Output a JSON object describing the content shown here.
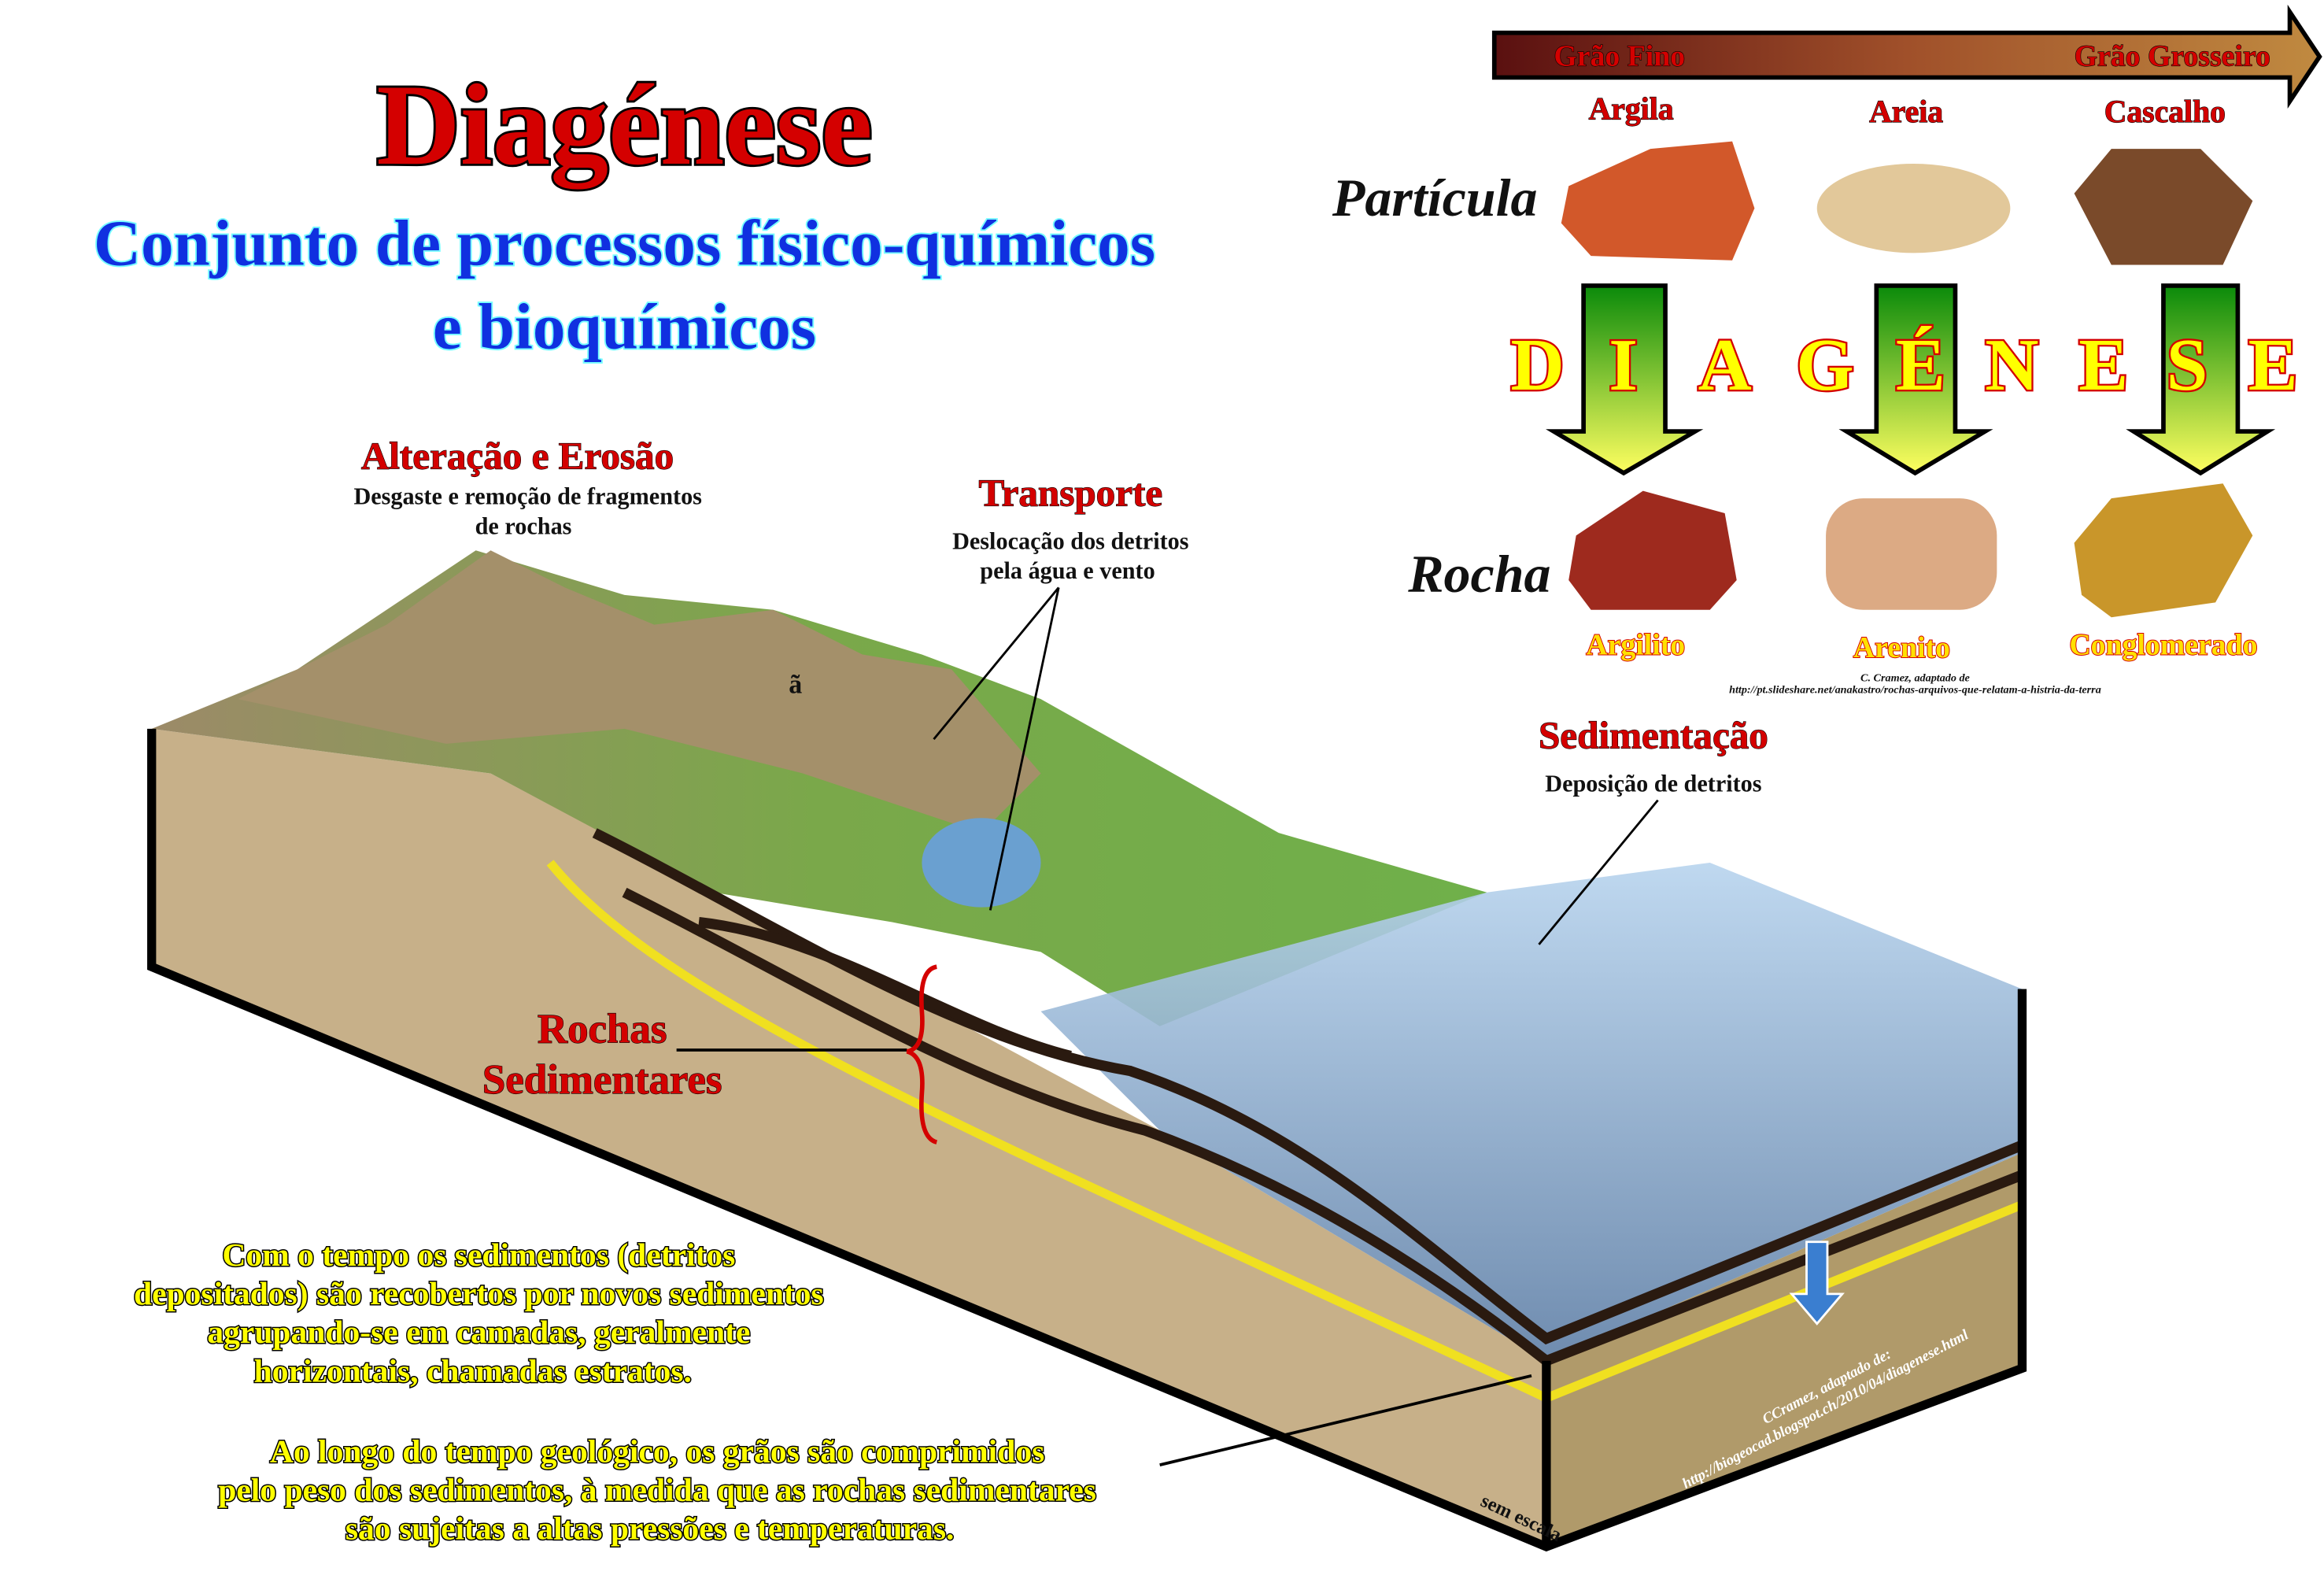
{
  "title": "Diagénese",
  "subtitle_line1": "Conjunto de processos físico-químicos",
  "subtitle_line2": "e bioquímicos",
  "grain_scale": {
    "fine": "Grão Fino",
    "coarse": "Grão Grosseiro"
  },
  "particle_label": "Partícula",
  "rock_label": "Rocha",
  "particles": [
    "Argila",
    "Areia",
    "Cascalho"
  ],
  "rocks": [
    "Argilito",
    "Arenito",
    "Conglomerado"
  ],
  "diagenese_letters": [
    "D",
    "I",
    "A",
    "G",
    "É",
    "N",
    "E",
    "S",
    "E"
  ],
  "credit_top_line1": "C. Cramez, adaptado de",
  "credit_top_line2": "http://pt.slideshare.net/anakastro/rochas-arquivos-que-relatam-a-histria-da-terra",
  "labels": {
    "erosion_title": "Alteração e Erosão",
    "erosion_desc1": "Desgaste e remoção de fragmentos",
    "erosion_desc2": "de rochas",
    "transport_title": "Transporte",
    "transport_desc1": "Deslocação dos detritos",
    "transport_desc2": "pela água e vento",
    "sedimentation_title": "Sedimentação",
    "sedimentation_desc": "Deposição de detritos",
    "sed_rocks1": "Rochas",
    "sed_rocks2": "Sedimentares",
    "stray_char": "ã"
  },
  "paragraph1": [
    "Com o tempo os sedimentos (detritos",
    "depositados) são recobertos por novos sedimentos",
    "agrupando-se em camadas, geralmente",
    "horizontais, chamadas estratos."
  ],
  "paragraph2": [
    "Ao longo do tempo geológico, os grãos são comprimidos",
    "pelo peso dos sedimentos, à medida que as rochas sedimentares",
    "são sujeitas a altas pressões e temperaturas."
  ],
  "scale_note": "sem escala",
  "credit_bottom_line1": "CCramez, adaptado de:",
  "credit_bottom_line2": "http://biogeocad.blogspot.ch/2010/04/diagenese.html"
}
